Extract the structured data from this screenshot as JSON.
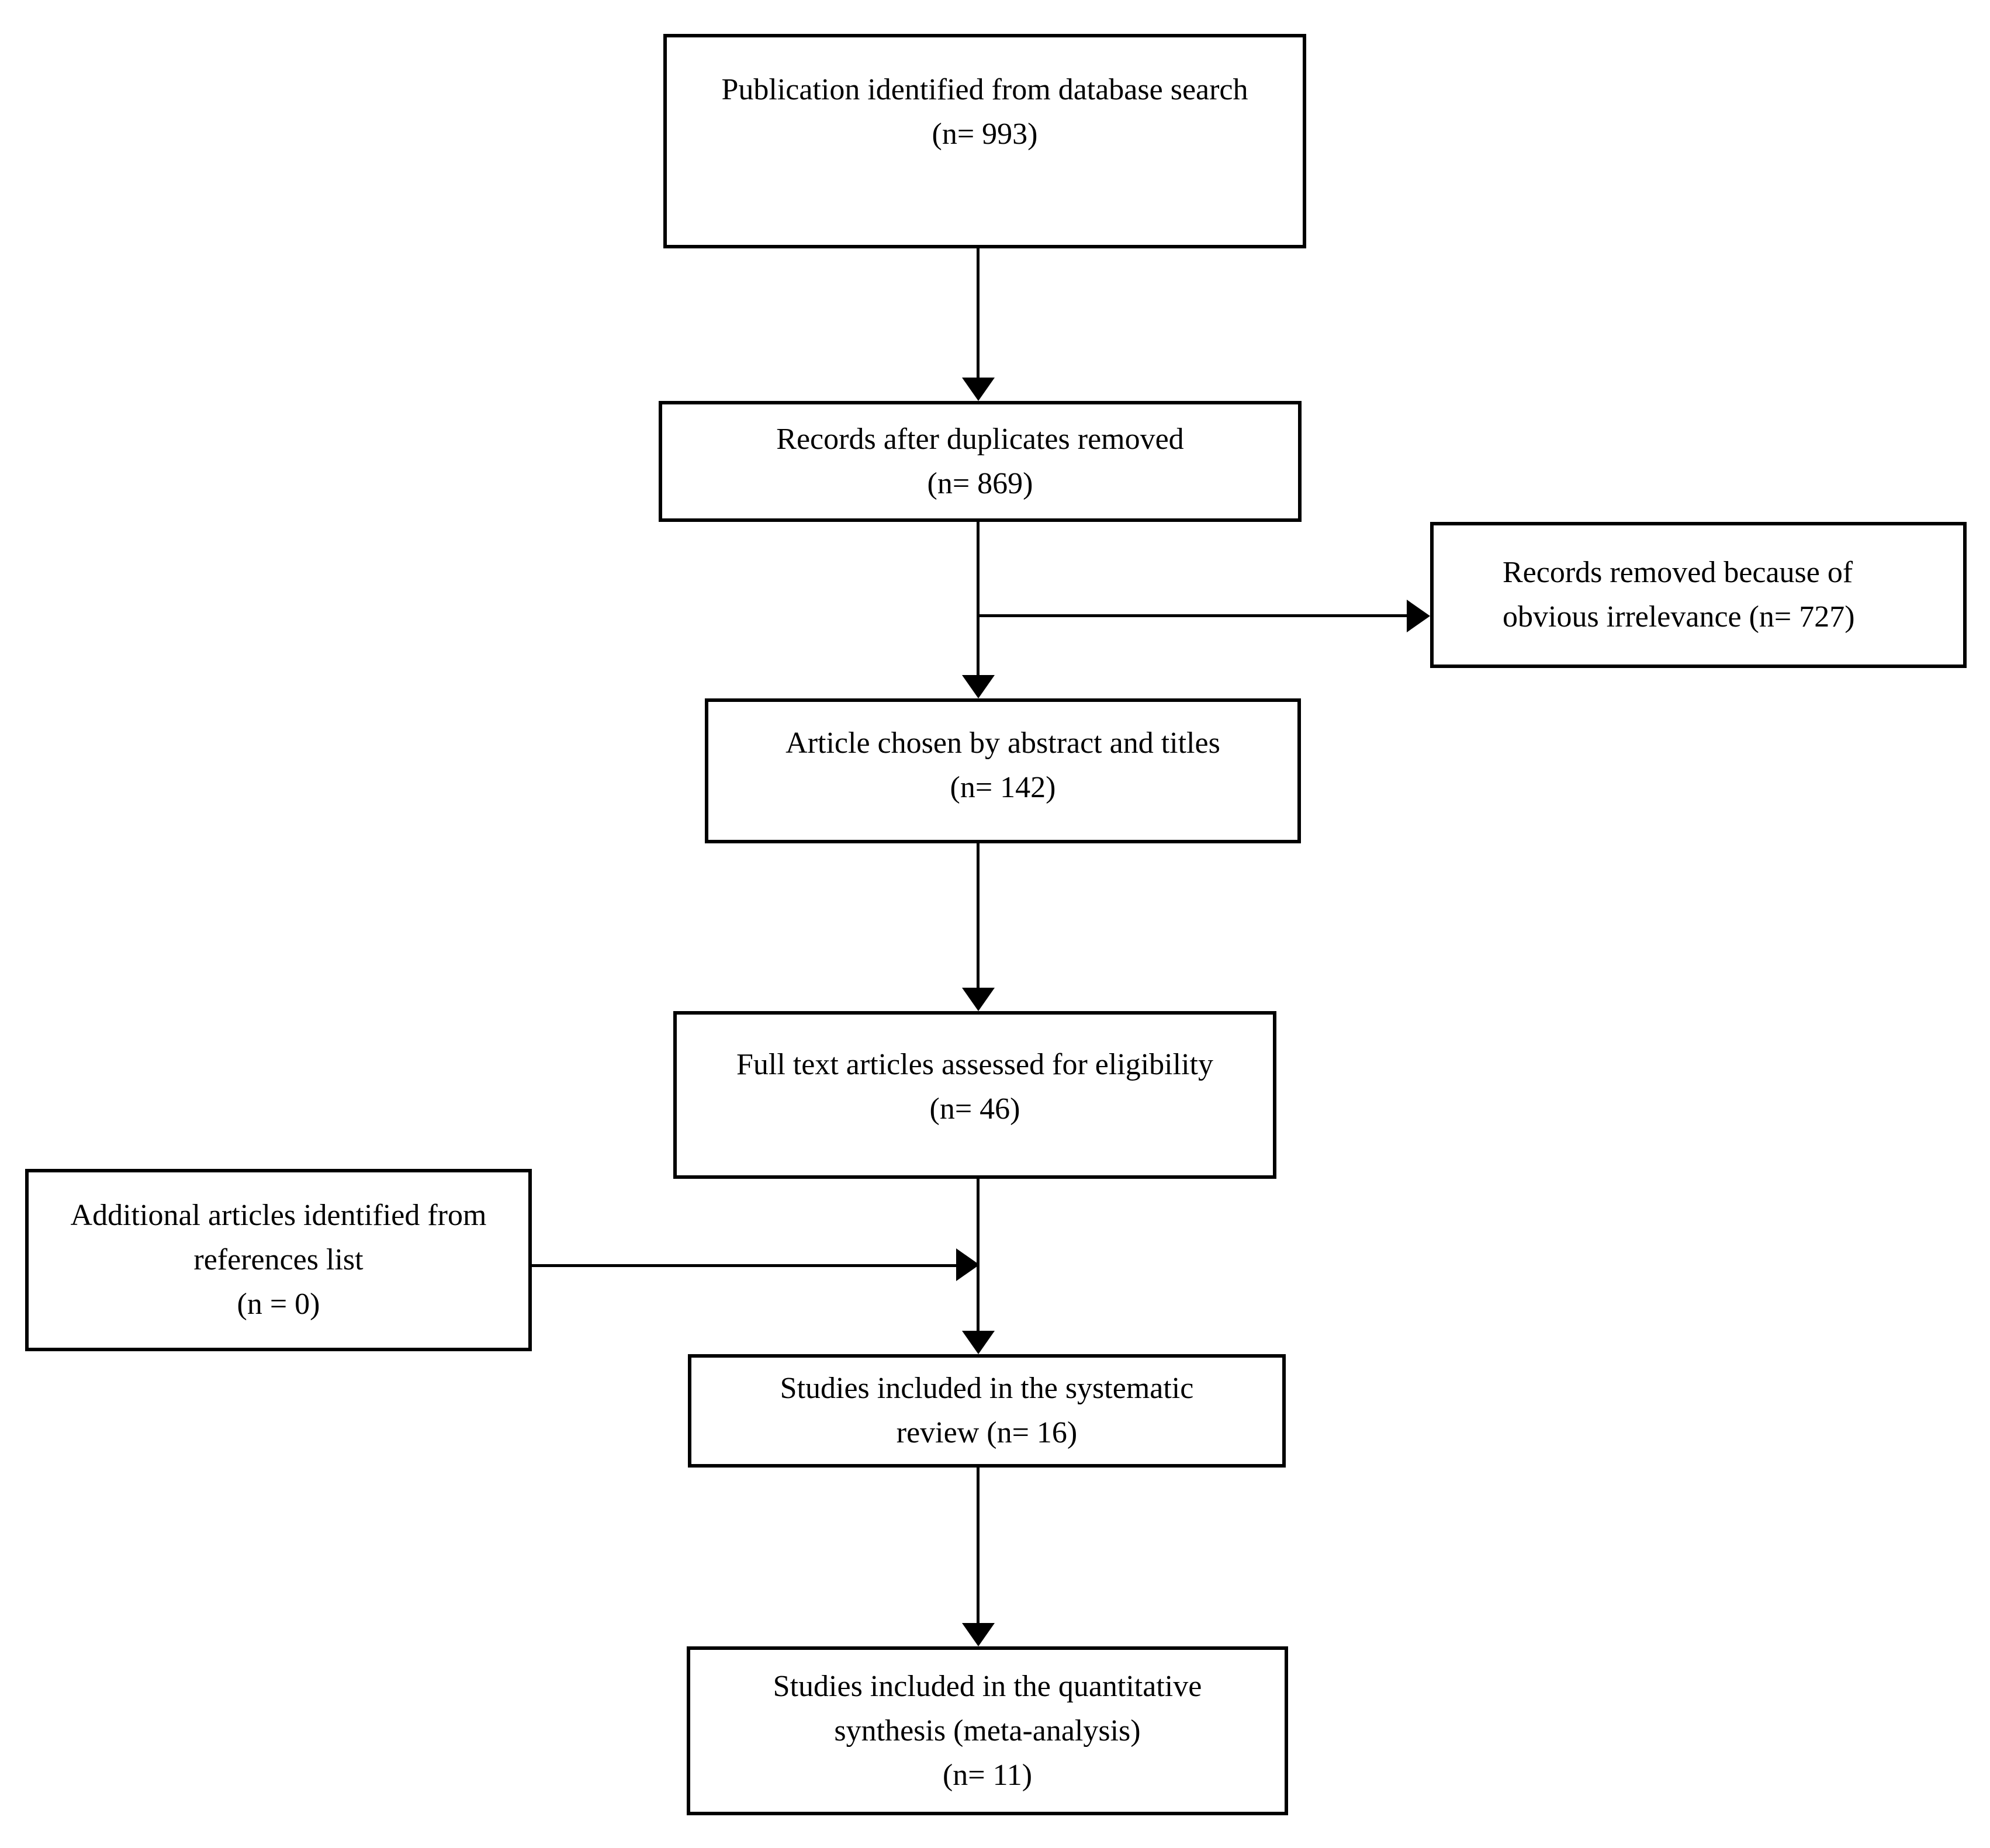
{
  "diagram": {
    "type": "prisma-flow",
    "colors": {
      "background": "#ffffff",
      "border": "#000000",
      "text": "#000000"
    },
    "boxes": {
      "identified": {
        "n": 993,
        "lines": [
          "Publication identified from database search",
          "(n= 993)"
        ]
      },
      "deduplicated": {
        "n": 869,
        "lines": [
          "Records after duplicates removed",
          "(n= 869)"
        ]
      },
      "removed_irrelevance": {
        "n": 727,
        "lines": [
          "Records removed because of",
          "obvious irrelevance (n= 727)"
        ]
      },
      "abstract_titles": {
        "n": 142,
        "lines": [
          "Article chosen by abstract and titles",
          "(n= 142)"
        ]
      },
      "fulltext_assessed": {
        "n": 46,
        "lines": [
          "Full text articles assessed for eligibility",
          "(n= 46)"
        ]
      },
      "additional_references": {
        "n": 0,
        "lines": [
          "Additional articles identified from",
          "references list",
          "(n = 0)"
        ]
      },
      "systematic_review": {
        "n": 16,
        "lines": [
          "Studies included in the systematic",
          "review (n= 16)"
        ]
      },
      "meta_analysis": {
        "n": 11,
        "lines": [
          "Studies included in the quantitative",
          "synthesis (meta-analysis)",
          "(n= 11)"
        ]
      }
    },
    "connections": [
      {
        "from": "identified",
        "to": "deduplicated"
      },
      {
        "from": "deduplicated",
        "to": "abstract_titles"
      },
      {
        "from": "deduplicated",
        "to": "removed_irrelevance",
        "branch": "right"
      },
      {
        "from": "abstract_titles",
        "to": "fulltext_assessed"
      },
      {
        "from": "fulltext_assessed",
        "to": "systematic_review"
      },
      {
        "from": "additional_references",
        "to": "systematic_review",
        "branch": "joins-main-line"
      },
      {
        "from": "systematic_review",
        "to": "meta_analysis"
      }
    ]
  }
}
